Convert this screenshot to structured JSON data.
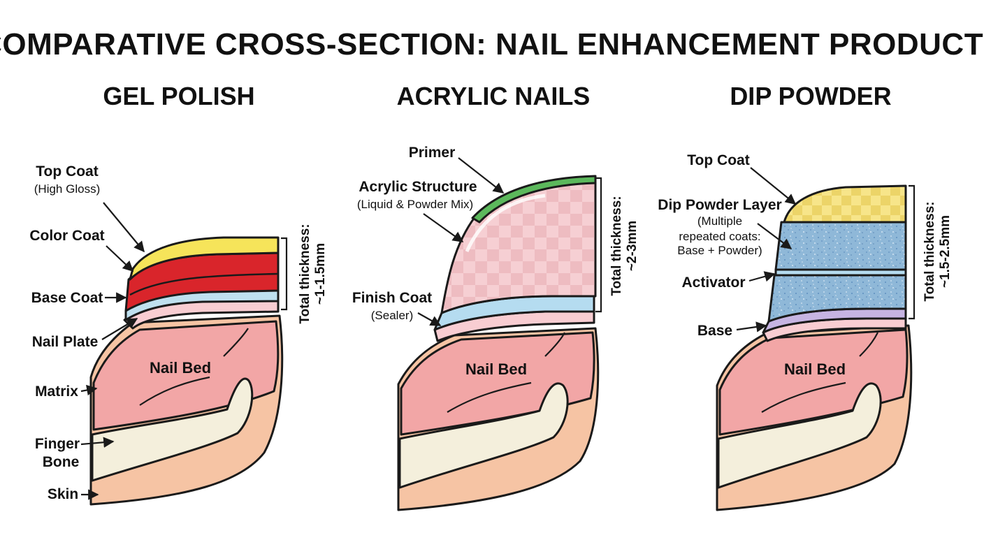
{
  "title": "COMPARATIVE CROSS-SECTION: NAIL ENHANCEMENT PRODUCTS",
  "panels": {
    "gel": {
      "title": "GEL POLISH",
      "labels": {
        "top_coat": "Top Coat",
        "top_coat_note": "(High Gloss)",
        "color_coat": "Color Coat",
        "base_coat": "Base Coat",
        "nail_plate": "Nail Plate",
        "matrix": "Matrix",
        "finger_bone_1": "Finger",
        "finger_bone_2": "Bone",
        "skin": "Skin",
        "nail_bed": "Nail Bed"
      },
      "thickness_1": "Total thickness:",
      "thickness_2": "~1-1.5mm"
    },
    "acrylic": {
      "title": "ACRYLIC NAILS",
      "labels": {
        "primer": "Primer",
        "structure": "Acrylic Structure",
        "structure_note": "(Liquid & Powder Mix)",
        "finish_coat": "Finish Coat",
        "finish_note": "(Sealer)",
        "nail_bed": "Nail Bed"
      },
      "thickness_1": "Total thickness:",
      "thickness_2": "~2-3mm"
    },
    "dip": {
      "title": "DIP POWDER",
      "labels": {
        "top_coat": "Top Coat",
        "powder_layer": "Dip Powder Layer",
        "powder_note_1": "(Multiple",
        "powder_note_2": "repeated coats:",
        "powder_note_3": "Base + Powder)",
        "activator": "Activator",
        "base": "Base",
        "nail_bed": "Nail Bed"
      },
      "thickness_1": "Total thickness:",
      "thickness_2": "~1.5-2.5mm"
    }
  },
  "colors": {
    "skin": "#f6c4a4",
    "nail_bed": "#f2a6a6",
    "nail_plate": "#f8cdd2",
    "bone": "#f4efdc",
    "top_coat_gel": "#f6e45a",
    "color_coat": "#d9252b",
    "base_coat": "#bfe0ef",
    "primer": "#5cb85c",
    "acrylic": "#f6cfd3",
    "finish_coat": "#b5dcf0",
    "top_coat_dip": "#f5e27a",
    "dip_powder": "#8fb8d8",
    "base_dip": "#c6b4e2"
  },
  "icons": [
    "arrow-icon",
    "bracket-icon"
  ]
}
